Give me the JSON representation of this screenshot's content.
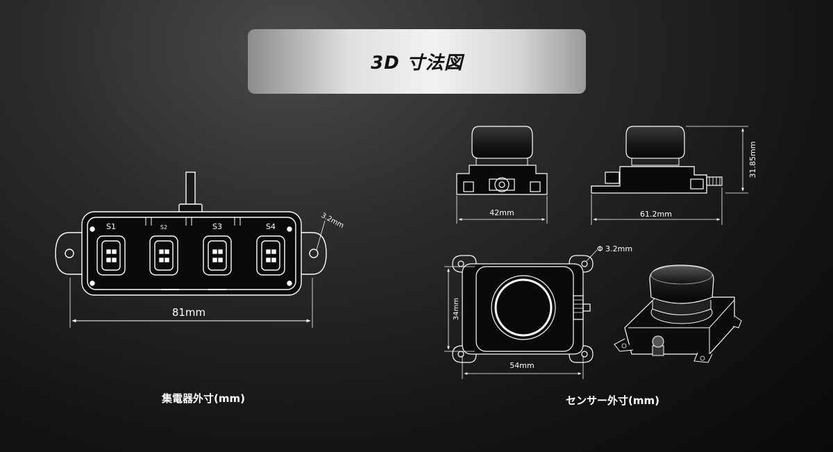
{
  "title": "3D 寸法図",
  "hub": {
    "caption": "集電器外寸(mm)",
    "width_label": "81mm",
    "hole_label": "3.2mm",
    "ports": [
      "S1",
      "S2",
      "S3",
      "S4"
    ]
  },
  "sensor": {
    "caption": "センサー外寸(mm)",
    "front_width_label": "42mm",
    "side_width_label": "61.2mm",
    "height_label": "31.85mm",
    "hole_label": "Φ 3.2mm",
    "top_height_label": "34mm",
    "top_width_label": "54mm"
  }
}
